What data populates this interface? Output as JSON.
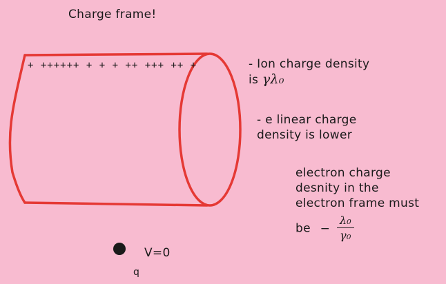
{
  "title": "Charge frame!",
  "ion_charges": "+ ++++++ + + + ++ +++ ++ +",
  "note1": {
    "line1": "- Ion charge density",
    "line2_prefix": "is",
    "line2_math": "γλ₀"
  },
  "note2": {
    "line1": "- e linear charge",
    "line2": "density is lower"
  },
  "note3": {
    "line1": "electron charge",
    "line2": "desnity in the",
    "line3": "electron frame must",
    "line4_prefix": "be",
    "sign": "−",
    "numerator": "λ₀",
    "denominator": "γ₀"
  },
  "point": {
    "v_label": "V=0",
    "q_label": "q"
  },
  "colors": {
    "background": "#f8bbd0",
    "cylinder": "#e53935",
    "ink": "#1a1a1a"
  }
}
